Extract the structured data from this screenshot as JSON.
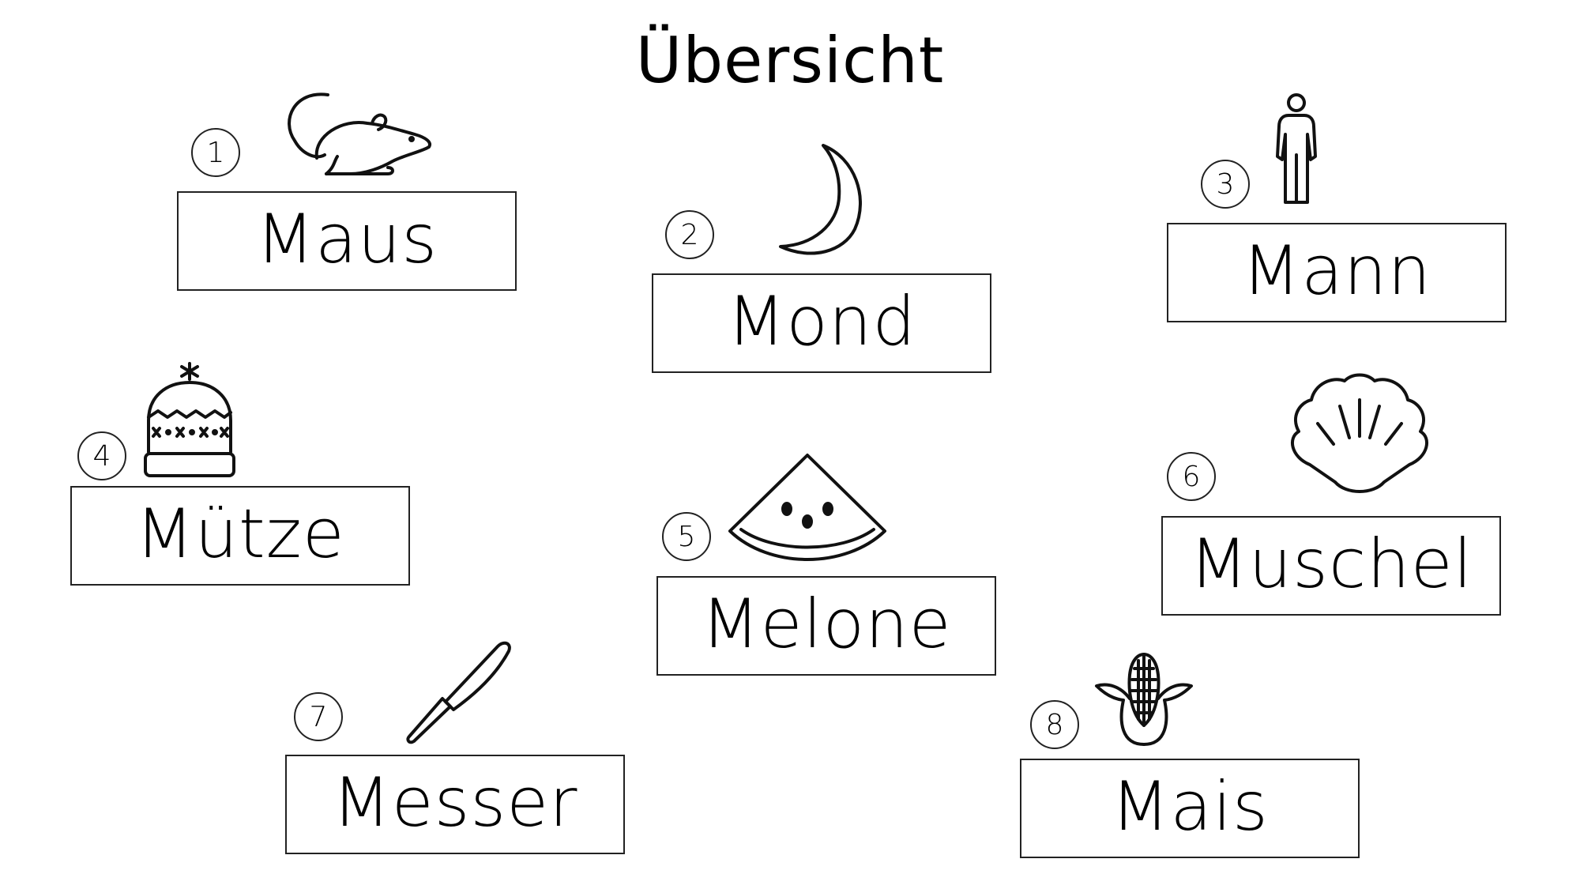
{
  "title": "Übersicht",
  "items": [
    {
      "number": "1",
      "word": "Maus",
      "icon": "mouse-icon"
    },
    {
      "number": "2",
      "word": "Mond",
      "icon": "moon-icon"
    },
    {
      "number": "3",
      "word": "Mann",
      "icon": "man-icon"
    },
    {
      "number": "4",
      "word": "Mütze",
      "icon": "beanie-hat-icon"
    },
    {
      "number": "5",
      "word": "Melone",
      "icon": "watermelon-icon"
    },
    {
      "number": "6",
      "word": "Muschel",
      "icon": "seashell-icon"
    },
    {
      "number": "7",
      "word": "Messer",
      "icon": "knife-icon"
    },
    {
      "number": "8",
      "word": "Mais",
      "icon": "corn-icon"
    }
  ]
}
